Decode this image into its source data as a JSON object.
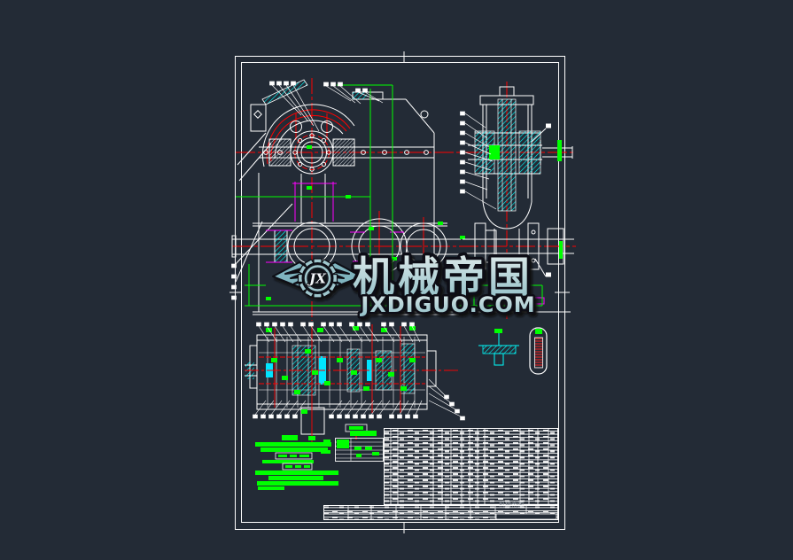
{
  "canvas": {
    "background": "#232b36"
  },
  "palette": {
    "outline_white": "#ffffff",
    "centerline_red": "#ff0000",
    "dimension_green": "#00ff00",
    "section_cyan": "#00ffff",
    "auxiliary_magenta": "#ff00ff",
    "watermark_fill_top": "#dde9ea",
    "watermark_fill_bottom": "#8fbec6",
    "watermark_outline": "#0b0f12",
    "wing_fill": "#7fb4bf",
    "table_gray": "#99a1aa"
  },
  "watermark": {
    "monogram": "JX",
    "brand": "机械帝国",
    "domain": "JXDIGUO.COM",
    "table_watermark": "机械帝国"
  }
}
